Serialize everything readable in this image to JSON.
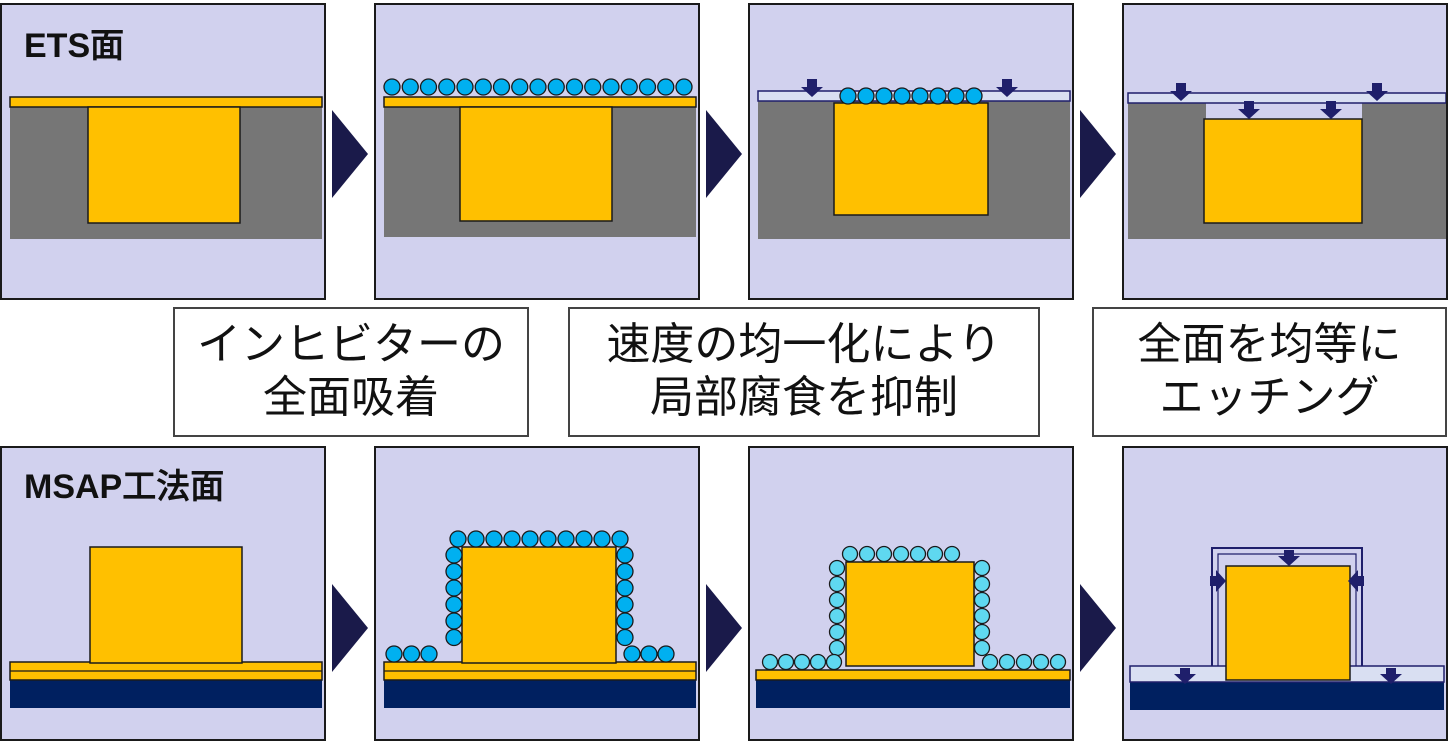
{
  "labels": {
    "ets": "ETS面",
    "msap": "MSAP工法面"
  },
  "captions": [
    {
      "line1": "インヒビターの",
      "line2": "全面吸着"
    },
    {
      "line1": "速度の均一化により",
      "line2": "局部腐食を抑制"
    },
    {
      "line1": "全面を均等に",
      "line2": "エッチング"
    }
  ],
  "colors": {
    "panel_bg": "#d1d1ee",
    "copper": "#ffc000",
    "resist": "#767676",
    "substrate": "#002060",
    "inhibitor": "#00b0f0",
    "etchant_arrow": "#1f1f6b",
    "step_arrow": "#1a1a4a"
  }
}
